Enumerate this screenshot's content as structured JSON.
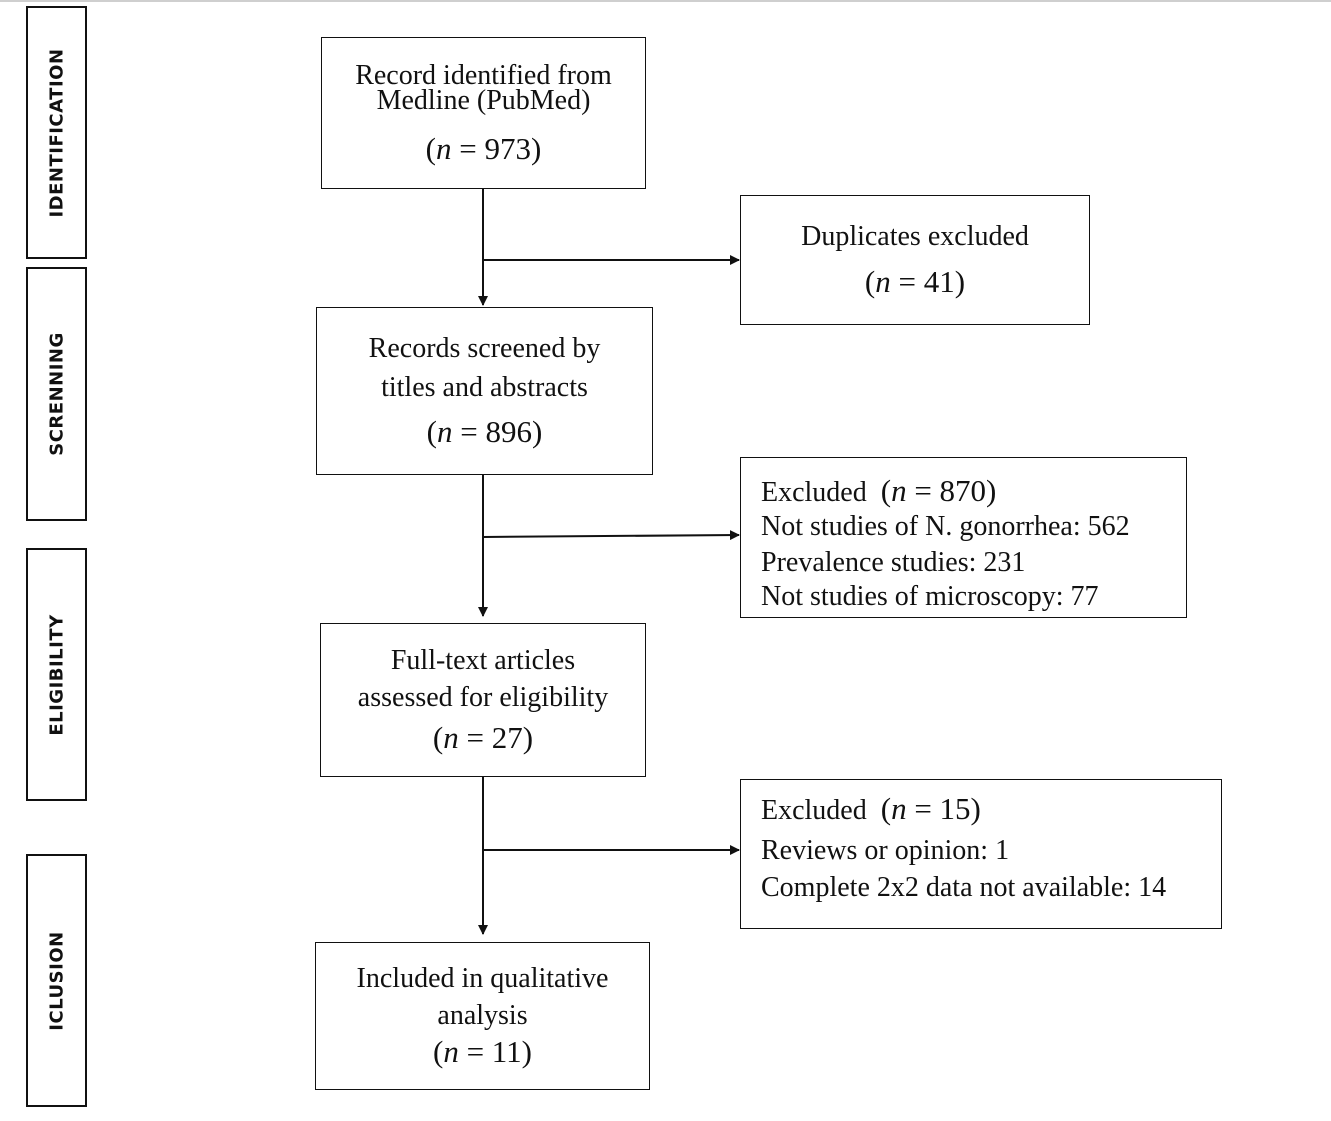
{
  "stages": [
    {
      "id": "identification",
      "label": "IDENTIFICATION"
    },
    {
      "id": "screening",
      "label": "SCRENNING"
    },
    {
      "id": "eligibility",
      "label": "ELIGIBILITY"
    },
    {
      "id": "inclusion",
      "label": "ICLUSION"
    }
  ],
  "boxes": {
    "identified": {
      "lines": [
        "Record identified from",
        "Medline (PubMed)"
      ],
      "n_prefix": "(",
      "n_var": "n",
      "n_suffix": " = 973)"
    },
    "duplicates": {
      "lines": [
        "Duplicates excluded"
      ],
      "n_prefix": "(",
      "n_var": "n",
      "n_suffix": " = 41)"
    },
    "screened": {
      "lines": [
        "Records screened by",
        "titles and abstracts"
      ],
      "n_prefix": "(",
      "n_var": "n",
      "n_suffix": " = 896)"
    },
    "excluded1": {
      "title": "Excluded",
      "n_prefix": "(",
      "n_var": "n",
      "n_suffix": " = 870)",
      "reasons": [
        "Not studies of N. gonorrhea: 562",
        "Prevalence studies: 231",
        "Not studies of microscopy: 77"
      ]
    },
    "fulltext": {
      "lines": [
        "Full-text articles",
        "assessed for eligibility"
      ],
      "n_prefix": "(",
      "n_var": "n",
      "n_suffix": " = 27)"
    },
    "excluded2": {
      "title": "Excluded",
      "n_prefix": "(",
      "n_var": "n",
      "n_suffix": " = 15)",
      "reasons": [
        "Reviews or opinion: 1",
        "Complete 2x2 data not available: 14"
      ]
    },
    "included": {
      "lines": [
        "Included in qualitative",
        "analysis"
      ],
      "n_prefix": "(",
      "n_var": "n",
      "n_suffix": " = 11)"
    }
  }
}
